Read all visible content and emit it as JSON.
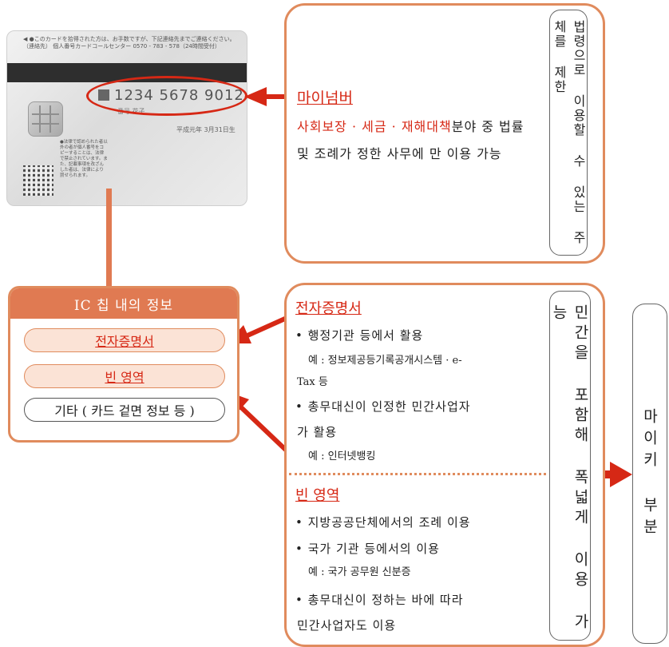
{
  "card": {
    "top_note": "◀ ●このカードを拾得された方は、お手数ですが、下記連絡先までご連絡ください。\n（連絡先） 個人番号カードコールセンター 0570 - 783 - 578（24時間受付）",
    "number": "1234  5678  9012",
    "name": "番号  花子",
    "date": "平成元年 3月31日生",
    "small_text": "●法律で認められた者以外の者が個人番号をコピーすることは、法律で禁止されています。また、記載事項を改ざんした者は、法律により罰せられます。"
  },
  "mynumber": {
    "label": "마이넘버",
    "desc_highlight": "사회보장 · 세금 · 재해대책",
    "desc_rest": "분야 중 법률 및 조례가 정한 사무에 만 이용 가능",
    "side_label": "법령으로 이용할 수 있는 주체를 제한"
  },
  "ic_box": {
    "title": "IC 칩 내의 정보",
    "items": [
      "전자증명서",
      "빈 영역",
      "기타 ( 카드 겉면 정보 등 )"
    ]
  },
  "cert_section": {
    "title": "전자증명서",
    "bullet1": "• 행정기관 등에서 활용",
    "example1a": "예 : 정보제공등기록공개시스템 · e-",
    "example1b": "Tax 등",
    "bullet2a": "• 총무대신이 인정한 민간사업자",
    "bullet2b": "가 활용",
    "example2": "예 : 인터넷뱅킹"
  },
  "empty_section": {
    "title": "빈 영역",
    "bullet1": "• 지방공공단체에서의 조례 이용",
    "bullet2": "• 국가 기관 등에서의 이용",
    "example1": "예 : 국가 공무원 신분증",
    "bullet3a": "• 총무대신이 정하는 바에 따라",
    "bullet3b": "민간사업자도 이용"
  },
  "private_label": "민간을 포함해 폭넓게 이용 가능",
  "mykey_label": "마이키 부분",
  "colors": {
    "accent_red": "#d62815",
    "orange": "#e08b5d",
    "header_orange": "#e07a52",
    "pill_fill": "#fbe3d6"
  }
}
